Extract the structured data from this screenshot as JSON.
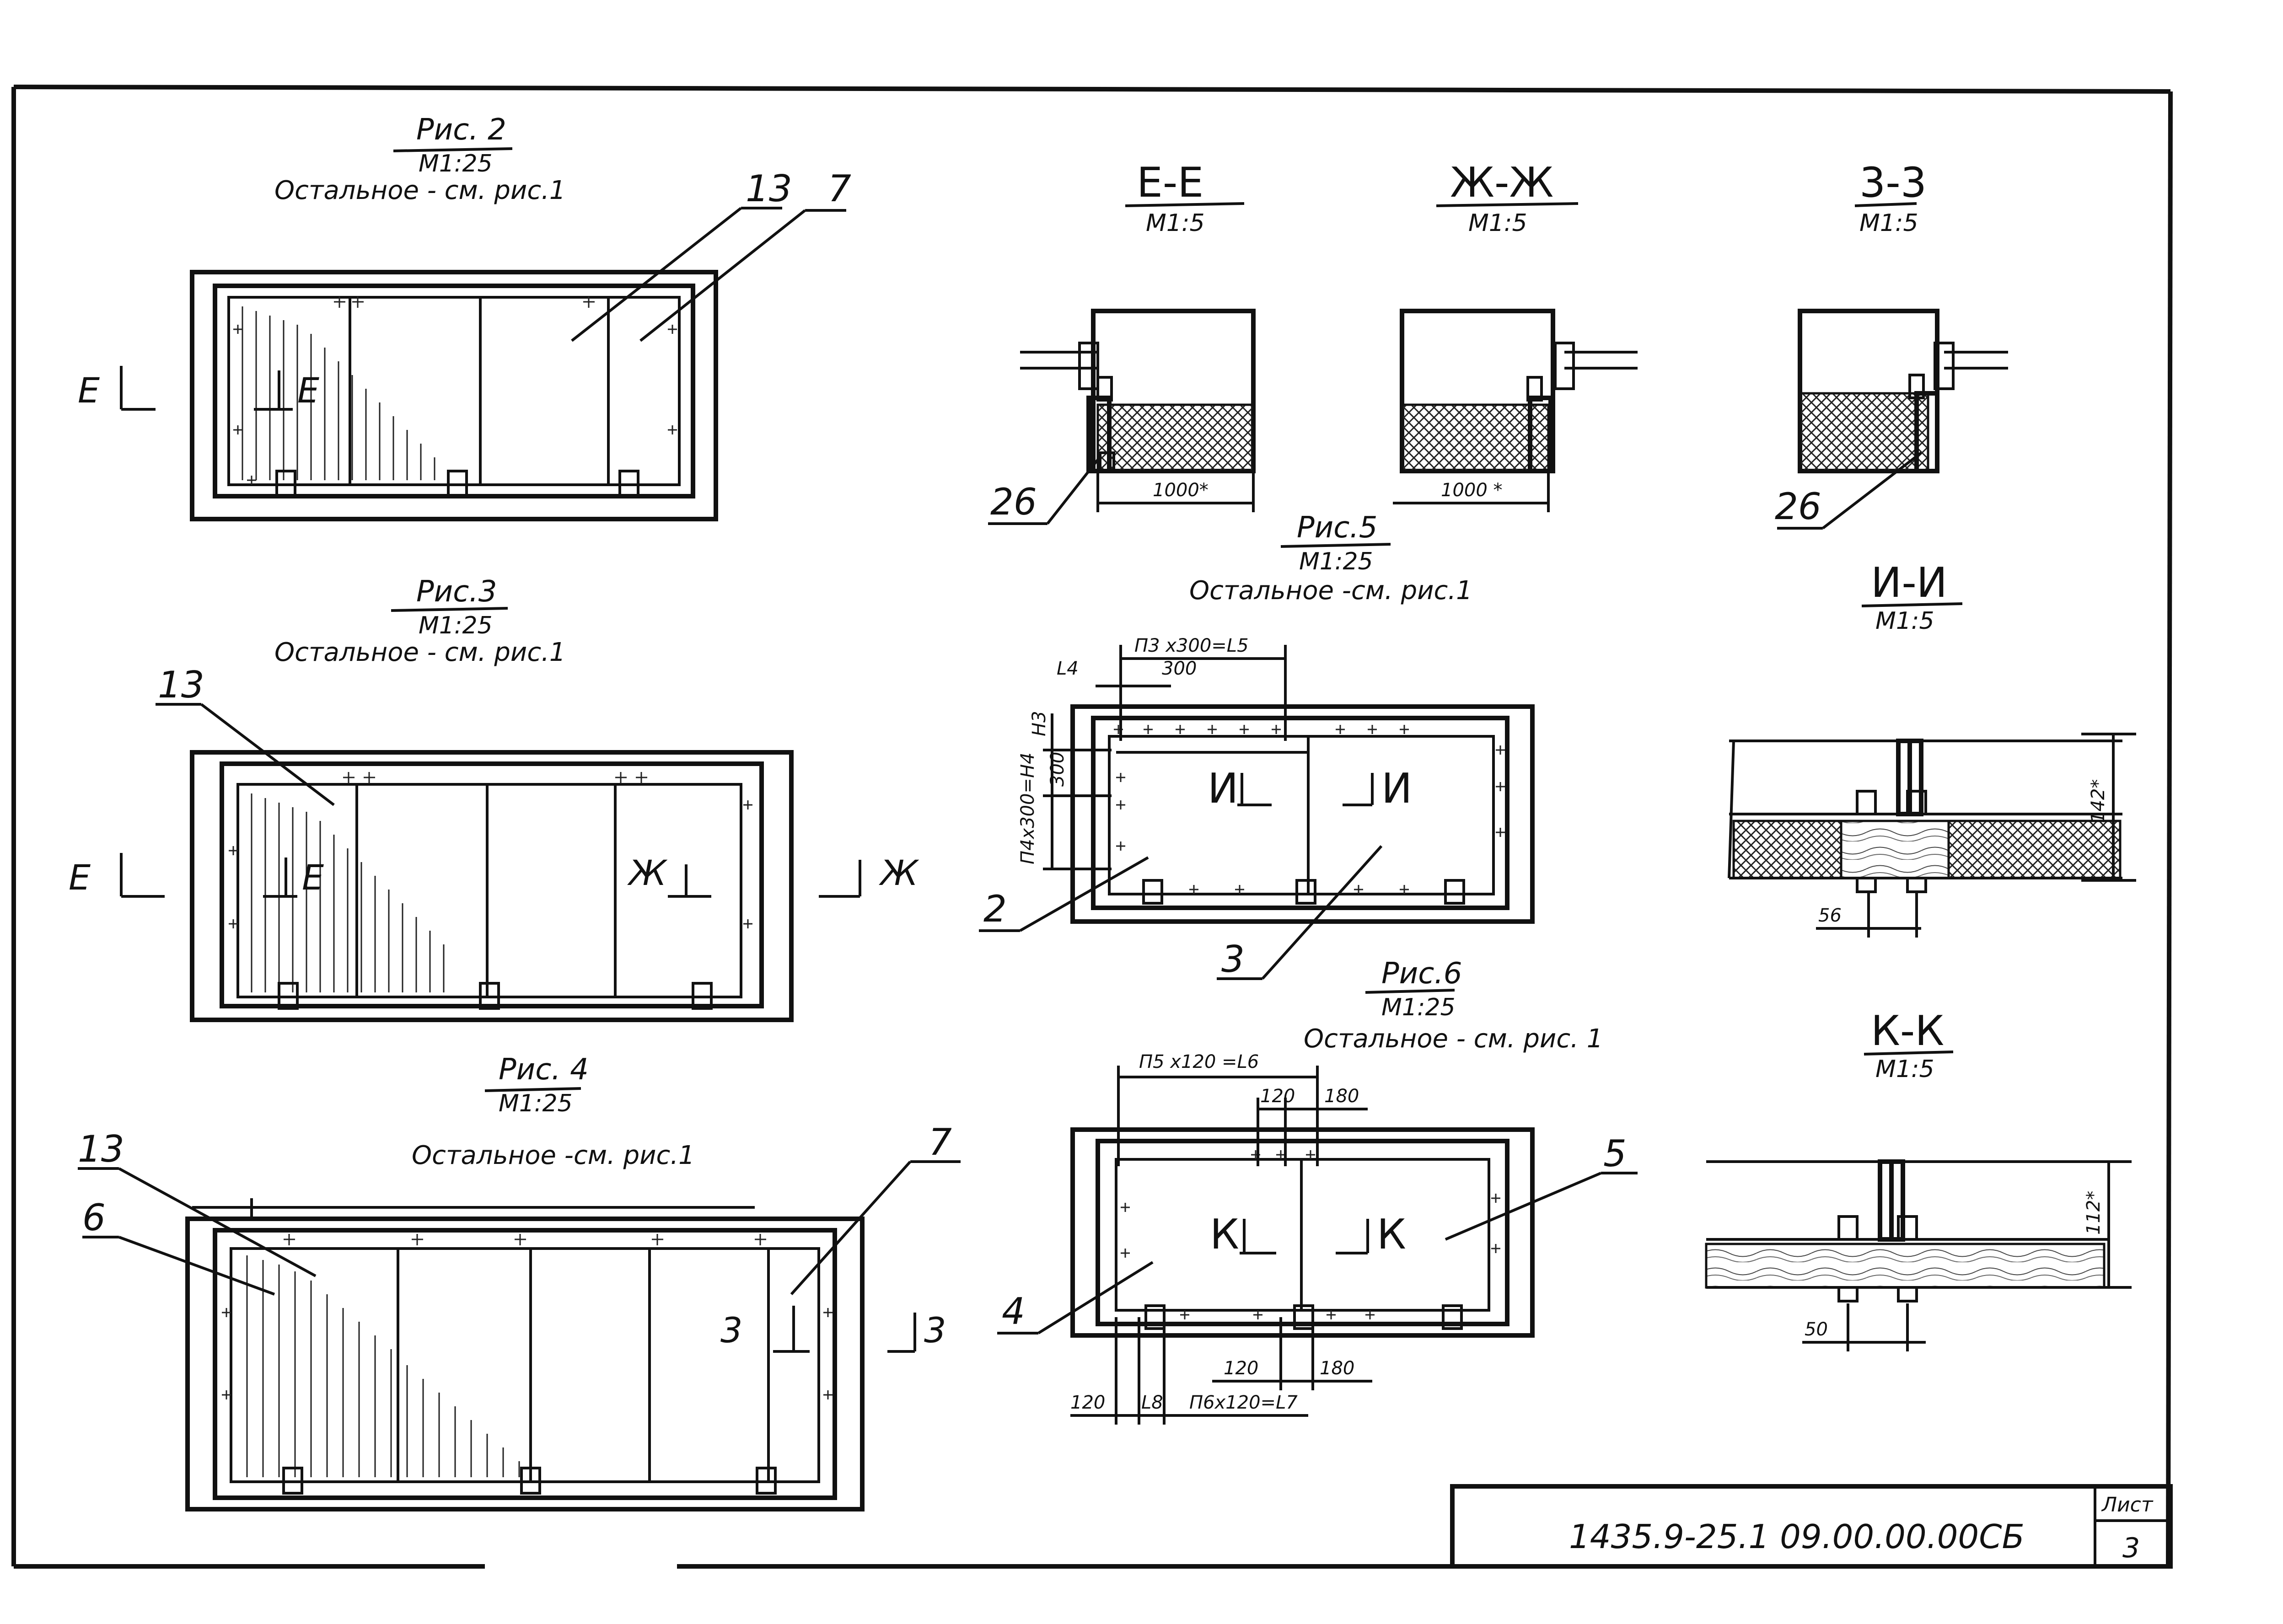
{
  "drawing": {
    "code": "1435.9-25.1 09.00.00.00СБ",
    "sheet_label": "Лист",
    "sheet_number": "3"
  },
  "views": {
    "fig2": {
      "title": "Рис. 2",
      "scale": "М1:25",
      "note": "Остальное - см. рис.1",
      "leaders": [
        "13",
        "7"
      ],
      "cut": "Е"
    },
    "fig3": {
      "title": "Рис.3",
      "scale": "М1:25",
      "note": "Остальное - см. рис.1",
      "leaders": [
        "13"
      ],
      "cuts": [
        "Е",
        "Ж"
      ]
    },
    "fig4": {
      "title": "Рис. 4",
      "scale": "М1:25",
      "note": "Остальное -см. рис.1",
      "leaders": [
        "13",
        "6",
        "7"
      ],
      "cut": "3"
    },
    "fig5": {
      "title": "Рис.5",
      "scale": "М1:25",
      "note": "Остальное -см. рис.1",
      "leaders": [
        "2",
        "3"
      ],
      "cut": "И",
      "dims": [
        "П3 х300=L5",
        "L4",
        "300",
        "Н3",
        "300",
        "П4х300=Н4"
      ]
    },
    "fig6": {
      "title": "Рис.6",
      "scale": "М1:25",
      "note": "Остальное - см. рис. 1",
      "leaders": [
        "4",
        "5"
      ],
      "cut": "К",
      "dims": [
        "П5 х120 =L6",
        "120",
        "180",
        "120",
        "L8",
        "П6х120=L7",
        "120",
        "180"
      ]
    }
  },
  "sections": {
    "ee": {
      "title": "Е-Е",
      "scale": "М1:5",
      "dim": "1000*",
      "leader": "26"
    },
    "zhzh": {
      "title": "Ж-Ж",
      "scale": "М1:5",
      "dim": "1000 *"
    },
    "zz": {
      "title": "3-3",
      "scale": "М1:5",
      "leader": "26"
    },
    "ii": {
      "title": "И-И",
      "scale": "М1:5",
      "dims": [
        "142*",
        "56"
      ]
    },
    "kk": {
      "title": "К-К",
      "scale": "М1:5",
      "dims": [
        "112*",
        "50"
      ]
    }
  }
}
